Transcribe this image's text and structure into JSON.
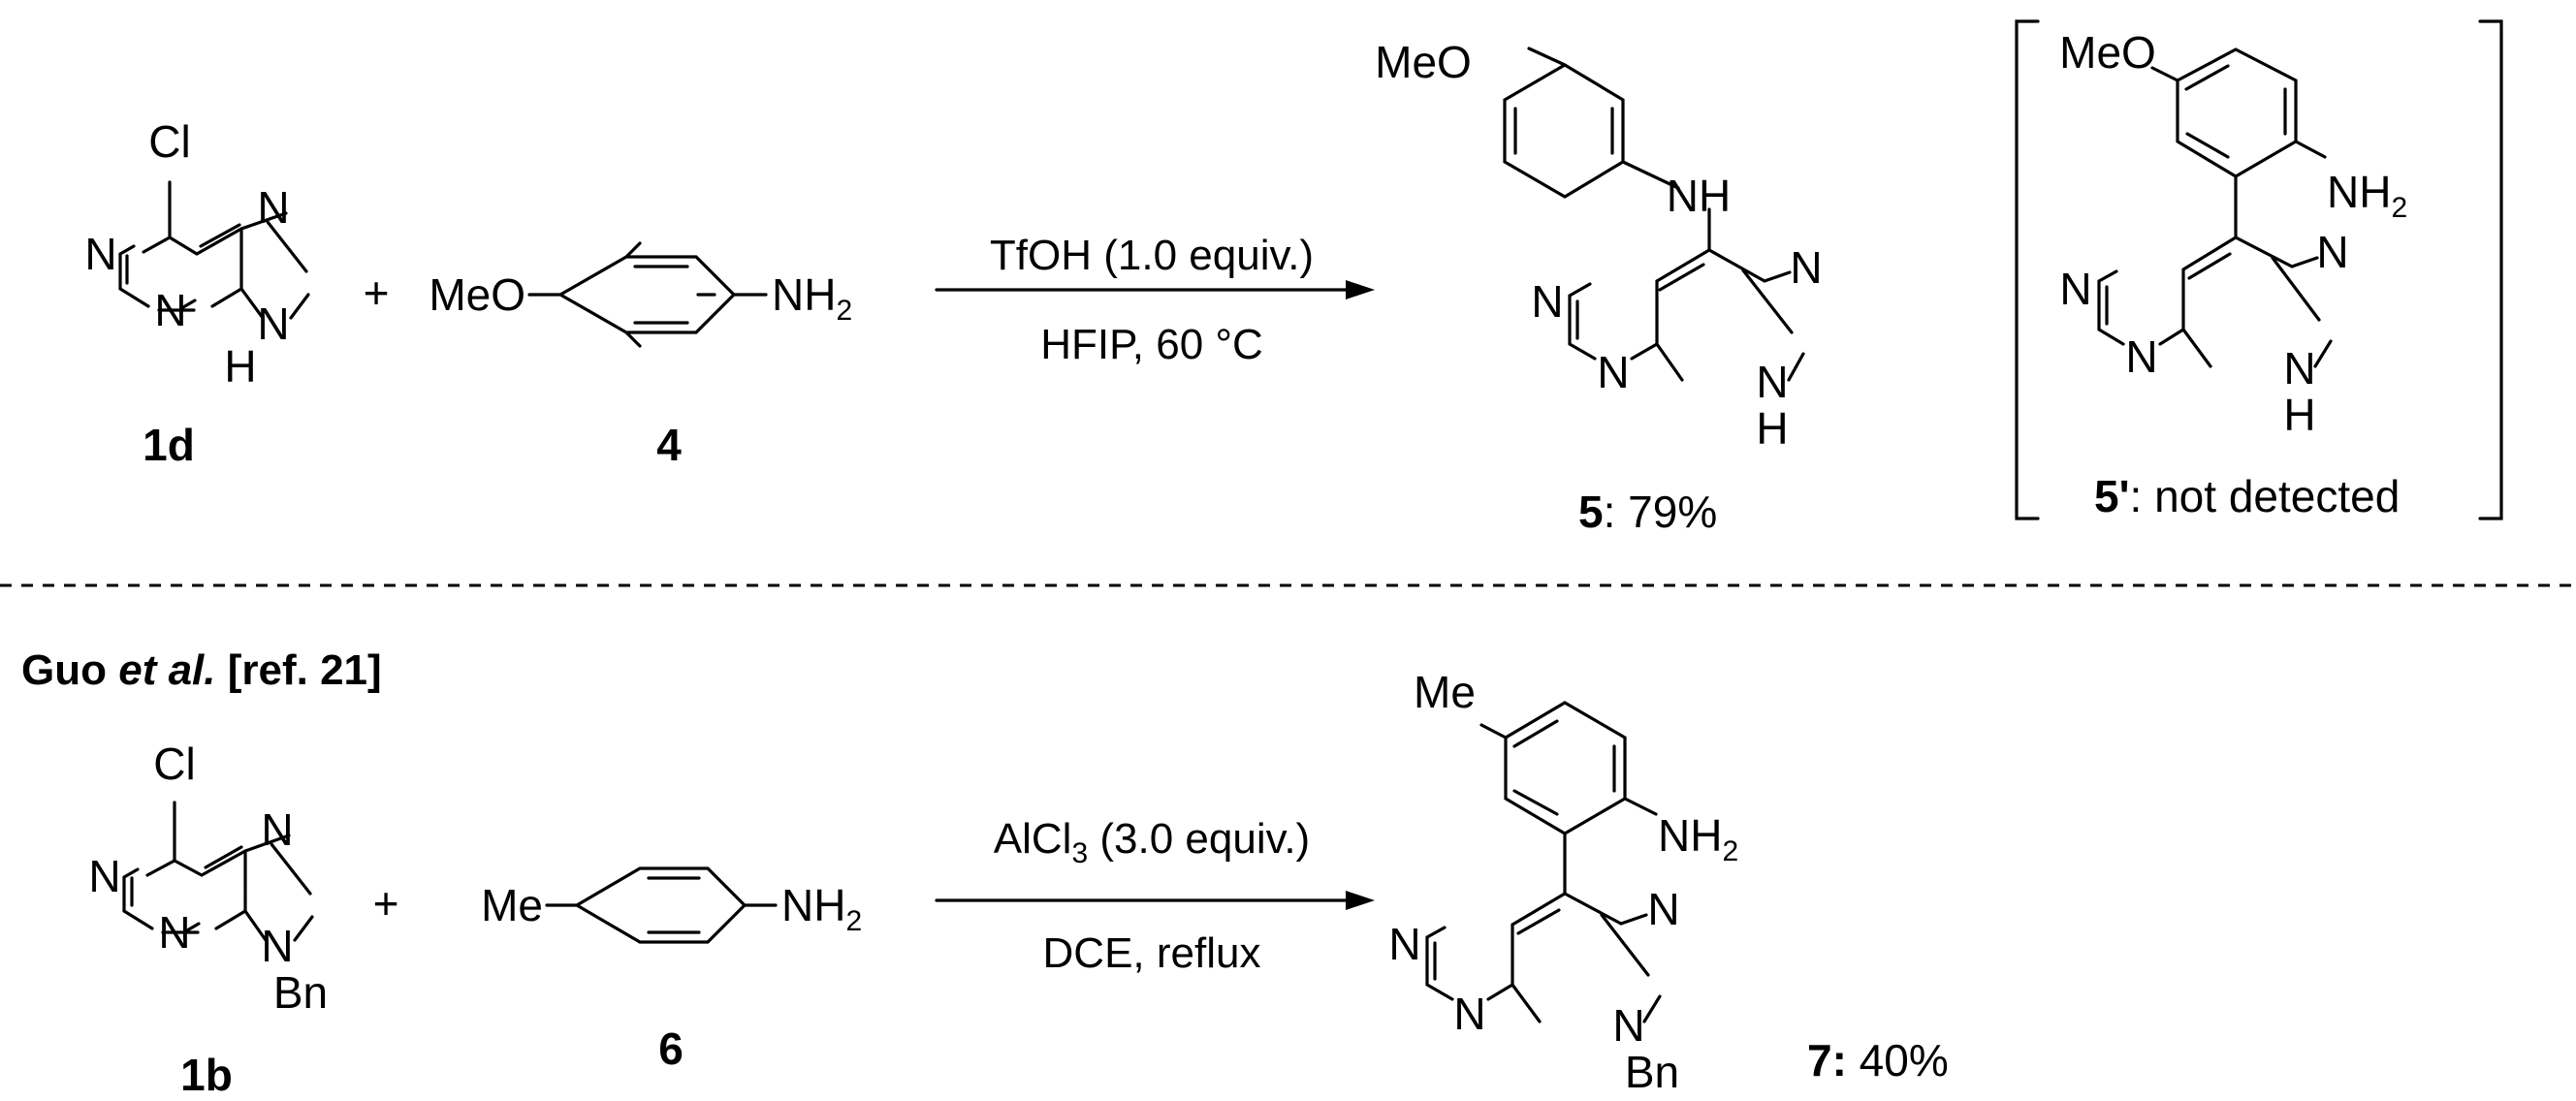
{
  "top_reaction": {
    "reactant1": {
      "atoms": {
        "cl": "Cl",
        "n1": "N",
        "n3": "N",
        "n7": "N",
        "n9": "N",
        "h9": "H"
      },
      "label": "1d"
    },
    "plus": "+",
    "reactant2": {
      "substituent": "MeO",
      "amine": "NH",
      "amine_sub": "2",
      "label": "4"
    },
    "conditions": {
      "above": "TfOH (1.0 equiv.)",
      "below": "HFIP, 60 °C"
    },
    "product": {
      "substituent": "MeO",
      "atoms": {
        "nh": "NH",
        "n1": "N",
        "n3": "N",
        "n7": "N",
        "n9": "N",
        "h9": "H"
      },
      "label": "5",
      "yield": ": 79%"
    },
    "not_detected": {
      "substituent": "MeO",
      "amine": "NH",
      "amine_sub": "2",
      "atoms": {
        "n1": "N",
        "n3": "N",
        "n7": "N",
        "n9": "N",
        "h9": "H"
      },
      "label": "5'",
      "note": ": not detected"
    }
  },
  "bottom_reaction": {
    "header": {
      "author": "Guo",
      "etal": "et al.",
      "ref": "[ref. 21]"
    },
    "reactant1": {
      "atoms": {
        "cl": "Cl",
        "n1": "N",
        "n3": "N",
        "n7": "N",
        "n9": "N",
        "bn": "Bn"
      },
      "label": "1b"
    },
    "plus": "+",
    "reactant2": {
      "substituent": "Me",
      "amine": "NH",
      "amine_sub": "2",
      "label": "6"
    },
    "conditions": {
      "above_pre": "AlCl",
      "above_sub": "3",
      "above_post": " (3.0 equiv.)",
      "below": "DCE, reflux"
    },
    "product": {
      "substituent": "Me",
      "amine": "NH",
      "amine_sub": "2",
      "atoms": {
        "n1": "N",
        "n3": "N",
        "n7": "N",
        "n9": "N",
        "bn": "Bn"
      },
      "label": "7:",
      "yield": " 40%"
    }
  },
  "colors": {
    "ink": "#000000",
    "background": "#ffffff"
  }
}
